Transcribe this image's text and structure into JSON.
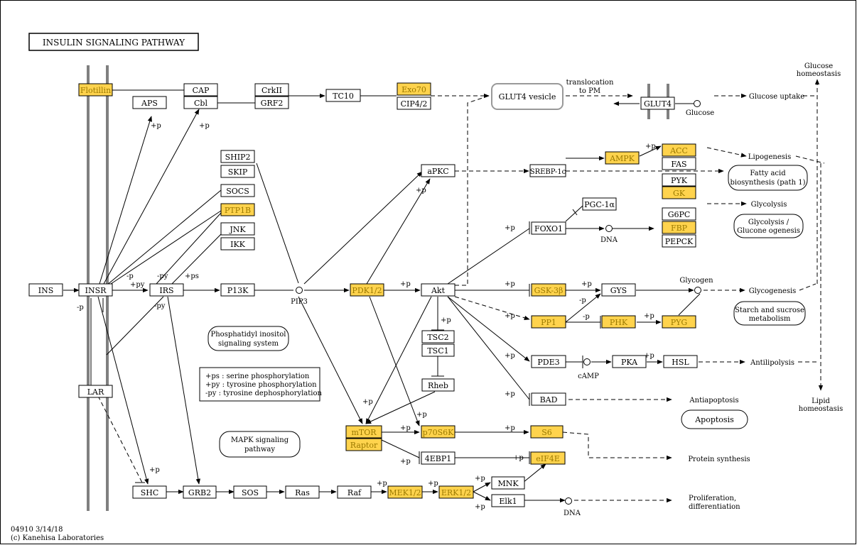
{
  "title": "INSULIN SIGNALING PATHWAY",
  "footer": {
    "id_date": "04910 3/14/18",
    "copyright": "(c) Kanehisa Laboratories"
  },
  "colors": {
    "highlight_fill": "#ffd34d",
    "highlight_text": "#9a7a00",
    "membrane": "#808080"
  },
  "legend": [
    "+ps : serine phosphorylation",
    "+py : tyrosine phosphorylation",
    "-py : tyrosine dephosphorylation"
  ],
  "nodes": {
    "flotillin": "Flotillin",
    "cap": "CAP",
    "cbl": "Cbl",
    "aps": "APS",
    "crkii": "CrkII",
    "grf2": "GRF2",
    "tc10": "TC10",
    "exo70": "Exo70",
    "cip42": "CIP4/2",
    "glut4_vesicle": "GLUT4 vesicle",
    "glut4": "GLUT4",
    "ship2": "SHIP2",
    "skip": "SKIP",
    "socs": "SOCS",
    "ptp1b": "PTP1B",
    "jnk": "JNK",
    "ikk": "IKK",
    "apkc": "aPKC",
    "srebp": "SREBP-1c",
    "ampk": "AMPK",
    "acc": "ACC",
    "fas": "FAS",
    "pyk": "PYK",
    "gk": "GK",
    "pgc": "PGC-1α",
    "foxo1": "FOXO1",
    "g6pc": "G6PC",
    "fbp": "FBP",
    "pepck": "PEPCK",
    "ins": "INS",
    "insr": "INSR",
    "irs": "IRS",
    "p13k": "P13K",
    "pdk": "PDK1/2",
    "akt": "Akt",
    "gsk": "GSK-3β",
    "gys": "GYS",
    "tsc2": "TSC2",
    "tsc1": "TSC1",
    "pp1": "PP1",
    "phk": "PHK",
    "pyg": "PYG",
    "pde3": "PDE3",
    "pka": "PKA",
    "hsl": "HSL",
    "rheb": "Rheb",
    "bad": "BAD",
    "lar": "LAR",
    "mtor": "mTOR",
    "raptor": "Raptor",
    "p70s6k": "p70S6K",
    "s6": "S6",
    "ebp1": "4EBP1",
    "eif4e": "eIF4E",
    "shc": "SHC",
    "grb2": "GRB2",
    "sos": "SOS",
    "ras": "Ras",
    "raf": "Raf",
    "mek": "MEK1/2",
    "erk": "ERK1/2",
    "mnk": "MNK",
    "elk1": "Elk1"
  },
  "maps": {
    "fatty_acid": [
      "Fatty acid",
      "biosynthesis (path 1)"
    ],
    "glycolysis_map": [
      "Glycolysis /",
      "Glucone ogenesis"
    ],
    "starch": [
      "Starch and sucrose",
      "metabolism"
    ],
    "apoptosis": "Apoptosis",
    "phosphatidyl": [
      "Phosphatidyl inositol",
      "signaling system"
    ],
    "mapk": [
      "MAPK signaling",
      "pathway"
    ]
  },
  "labels": {
    "translocation": [
      "translocation",
      "to PM"
    ],
    "glucose": "Glucose",
    "glucose_uptake": "Glucose uptake",
    "glucose_homeostasis": [
      "Glucose",
      "homeostasis"
    ],
    "lipogenesis": "Lipogenesis",
    "glycolysis": "Glycolysis",
    "glycogen": "Glycogen",
    "glycogenesis": "Glycogenesis",
    "antilipolysis": "Antilipolysis",
    "lipid_homeostasis": [
      "Lipid",
      "homeostasis"
    ],
    "antiapoptosis": "Antiapoptosis",
    "protein_synthesis": "Protein synthesis",
    "proliferation": [
      "Proliferation,",
      "differentiation"
    ],
    "dna": "DNA",
    "camp": "cAMP",
    "pip3": "PIP3"
  },
  "mods": {
    "plus_p": "+p",
    "minus_p": "-p",
    "plus_py": "+py",
    "minus_py": "-py",
    "plus_ps": "+ps"
  }
}
